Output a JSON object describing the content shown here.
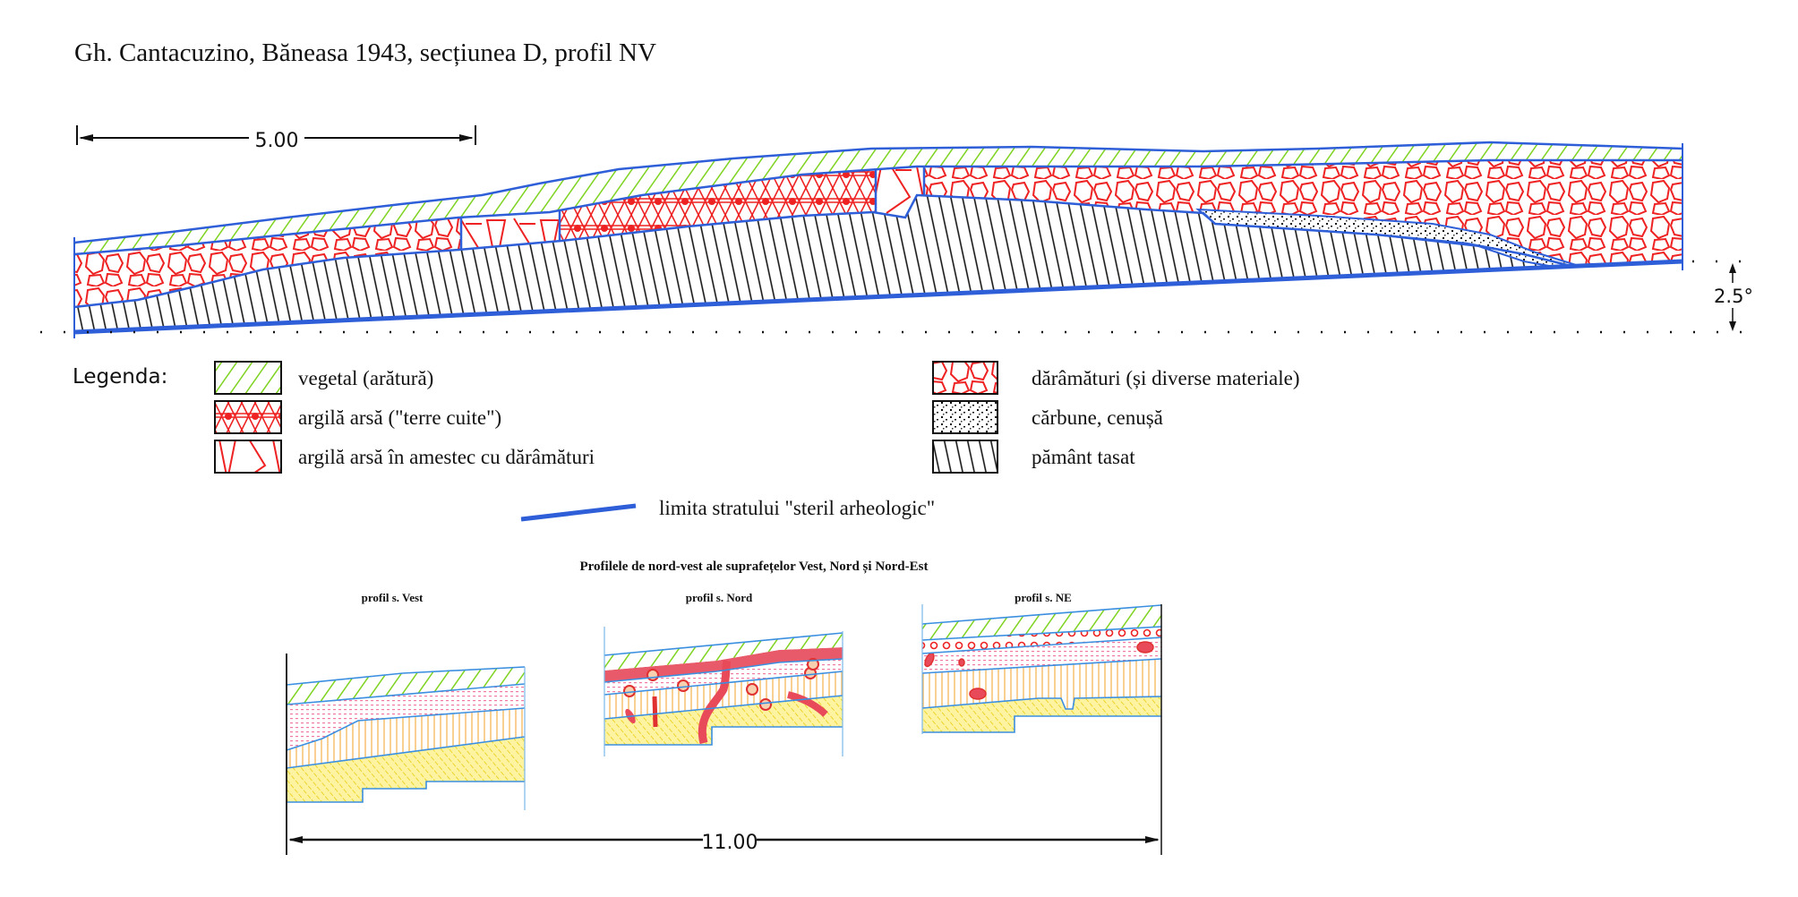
{
  "title": "Gh. Cantacuzino, Băneasa 1943, secțiunea D, profil NV",
  "main_profile": {
    "scale_label": "5.00",
    "angle_label": "2.5°"
  },
  "legend": {
    "heading": "Legenda:",
    "items": [
      {
        "label": "vegetal (arătură)",
        "pattern": "green-hatch"
      },
      {
        "label": "argilă arsă (\"terre cuite\")",
        "pattern": "red-star"
      },
      {
        "label": "argilă arsă în amestec cu dărâmături",
        "pattern": "red-triangles"
      },
      {
        "label": "dărâmături (și diverse materiale)",
        "pattern": "red-cells"
      },
      {
        "label": "cărbune, cenușă",
        "pattern": "black-dots"
      },
      {
        "label": "pământ tasat",
        "pattern": "black-slant-lines"
      }
    ],
    "line_label": "limita stratului \"steril arheologic\""
  },
  "sub_profiles": {
    "title": "Profilele de nord-vest ale suprafețelor Vest, Nord și Nord-Est",
    "labels": [
      "profil s. Vest",
      "profil s. Nord",
      "profil s. NE"
    ],
    "scale_label": "11.00"
  },
  "colors": {
    "blue_line": "#2f5fd8",
    "red": "#ee2222",
    "green": "#7ed321",
    "pink": "#f4a0b8",
    "orange": "#f5b04a",
    "yellow": "#f2e04a"
  }
}
